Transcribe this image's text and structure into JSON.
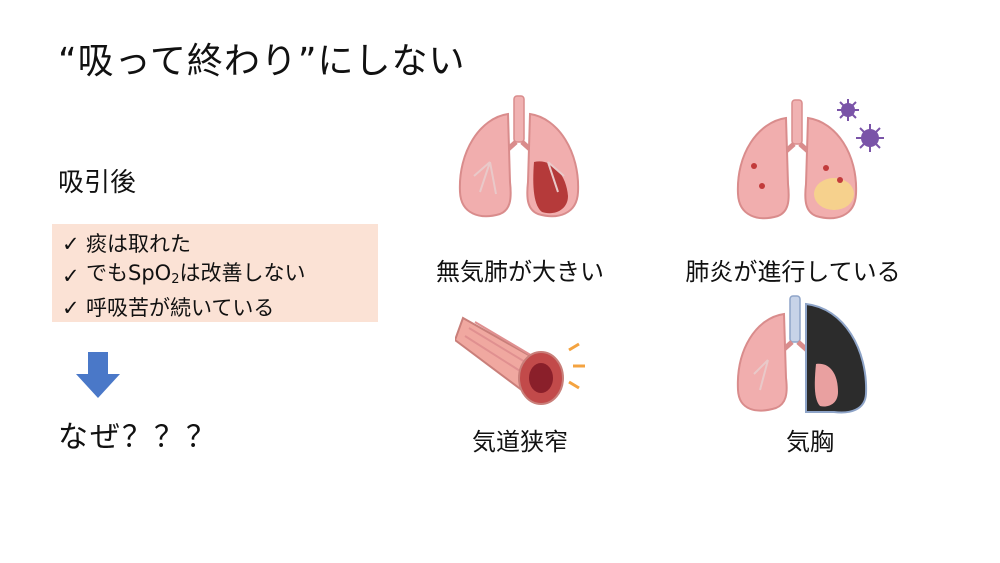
{
  "slide": {
    "title": "“吸って終わり”にしない",
    "after_label": "吸引後",
    "checklist": [
      {
        "mark": "✓",
        "text_before": "痰は取れた",
        "text_sub": "",
        "text_after": ""
      },
      {
        "mark": "✓",
        "text_before": "でもSpO",
        "text_sub": "2",
        "text_after": "は改善しない"
      },
      {
        "mark": "✓",
        "text_before": "呼吸苦が続いている",
        "text_sub": "",
        "text_after": ""
      }
    ],
    "question": "なぜ？？？",
    "causes": [
      {
        "label": "無気肺が大きい",
        "icon": "atelectasis-lung-icon"
      },
      {
        "label": "肺炎が進行している",
        "icon": "pneumonia-lung-icon"
      },
      {
        "label": "気道狭窄",
        "icon": "airway-stenosis-icon"
      },
      {
        "label": "気胸",
        "icon": "pneumothorax-lung-icon"
      }
    ],
    "colors": {
      "checklist_bg": "#fbe2d5",
      "arrow": "#4a78c8",
      "lung": "#f1aeae",
      "lung_outline": "#d98c8c",
      "virus": "#7a54a8"
    }
  }
}
